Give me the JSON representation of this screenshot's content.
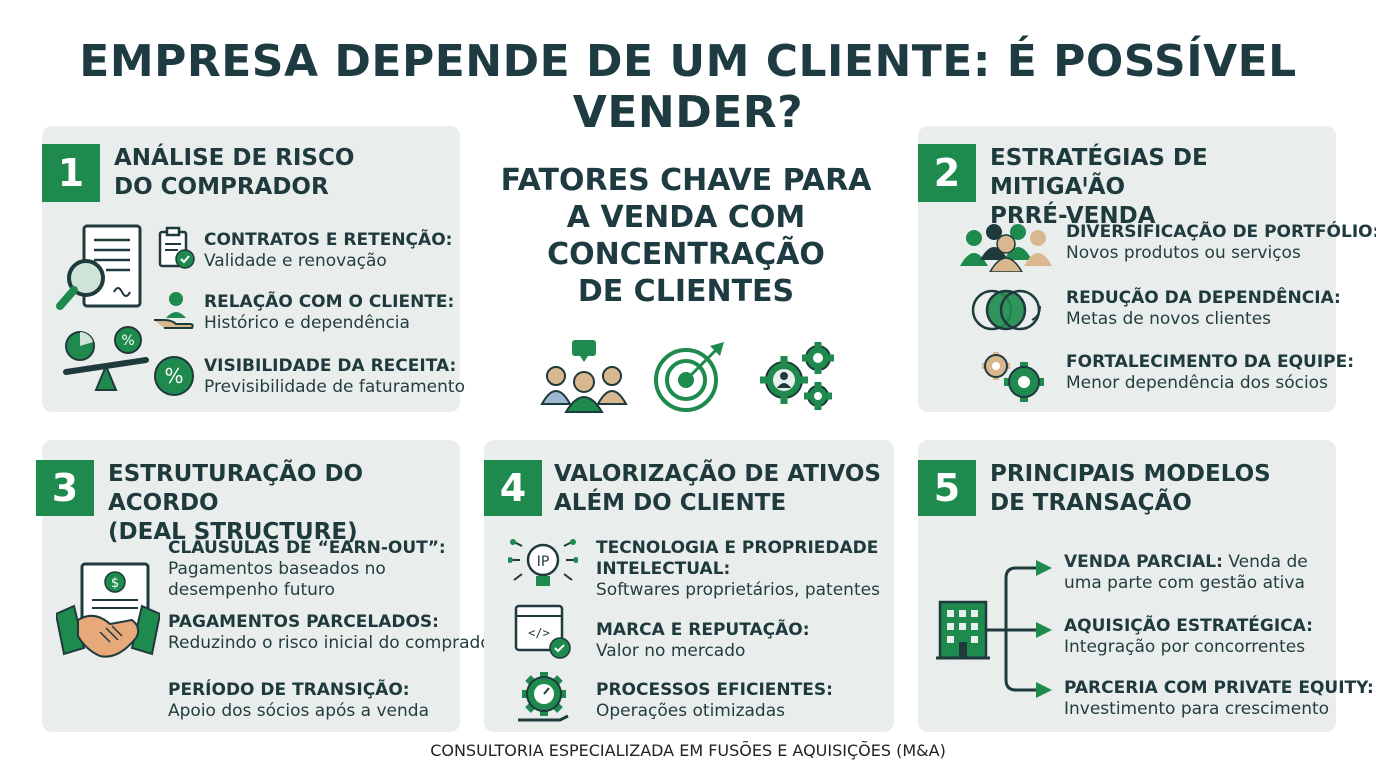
{
  "title": "EMPRESA DEPENDE DE UM CLIENTE: É POSSÍVEL VENDER?",
  "center": {
    "title": "FATORES CHAVE PARA\nA VENDA COM\nCONCENTRAÇÃO\nDE CLIENTES"
  },
  "footer": "CONSULTORIA ESPECIALIZADA EM FUSÕES E AQUISIÇÕES (M&A)",
  "colors": {
    "accent": "#1e8a4e",
    "card_bg": "#e9eeec",
    "dark": "#1f3a3d",
    "skin": "#d9b78f"
  },
  "sections": [
    {
      "number": "1",
      "title": "ANÁLISE DE RISCO\nDO COMPRADOR",
      "items": [
        {
          "title": "CONTRATOS E RETENÇÃO:",
          "desc": "Validade e renovação",
          "icon": "clipboard-check-icon"
        },
        {
          "title": "RELAÇÃO COM O CLIENTE:",
          "desc": "Histórico e dependência",
          "icon": "hand-person-icon"
        },
        {
          "title": "VISIBILIDADE DA RECEITA:",
          "desc": "Previsibilidade de faturamento",
          "icon": "percent-icon"
        }
      ]
    },
    {
      "number": "2",
      "title": "ESTRATÉGIAS DE MITIGAᴵÃO\nPRRÉ-VENDA",
      "items": [
        {
          "title": "DIVERSIFICAÇÃO DE PORTFÓLIO:",
          "desc": "Novos produtos ou serviços",
          "icon": "people-group-icon"
        },
        {
          "title": "REDUÇÃO DA DEPENDÊNCIA:",
          "desc": "Metas de novos clientes",
          "icon": "circles-icon"
        },
        {
          "title": "FORTALECIMENTO DA EQUIPE:",
          "desc": "Menor dependência dos sócios",
          "icon": "gears-icon"
        }
      ]
    },
    {
      "number": "3",
      "title": "ESTRUTURAÇÃO DO ACORDO\n(DEAL STRUCTURE)",
      "items": [
        {
          "title": "CLÁUSULAS DE “EARN-OUT”:",
          "desc": "Pagamentos baseados no\ndesempenho futuro"
        },
        {
          "title": "PAGAMENTOS PARCELADOS:",
          "desc": "Reduzindo o risco inicial do comprador"
        },
        {
          "title": "PERÍODO DE TRANSIÇÃO:",
          "desc": "Apoio dos sócios após a venda"
        }
      ]
    },
    {
      "number": "4",
      "title": "VALORIZAÇÃO DE ATIVOS\nALÉM DO CLIENTE",
      "items": [
        {
          "title": "TECNOLOGIA E PROPRIEDADE\nINTELECTUAL:",
          "desc": "Softwares proprietários, patentes",
          "icon": "ip-bulb-icon",
          "icon_text": "IP"
        },
        {
          "title": "MARCA E REPUTAÇÃO:",
          "desc": "Valor no mercado",
          "icon": "code-window-icon",
          "icon_text": "</>"
        },
        {
          "title": "PROCESSOS EFICIENTES:",
          "desc": "Operações otimizadas",
          "icon": "gear-gauge-icon"
        }
      ]
    },
    {
      "number": "5",
      "title": "PRINCIPAIS MODELOS\nDE TRANSAÇÃO",
      "items": [
        {
          "title": "VENDA PARCIAL:",
          "desc_inline": " Venda de",
          "desc": "uma parte com gestão ativa"
        },
        {
          "title": "AQUISIÇÃO ESTRATÉGICA:",
          "desc": "Integração por concorrentes"
        },
        {
          "title": "PARCERIA COM PRIVATE EQUITY:",
          "desc": "Investimento para crescimento"
        }
      ]
    }
  ]
}
